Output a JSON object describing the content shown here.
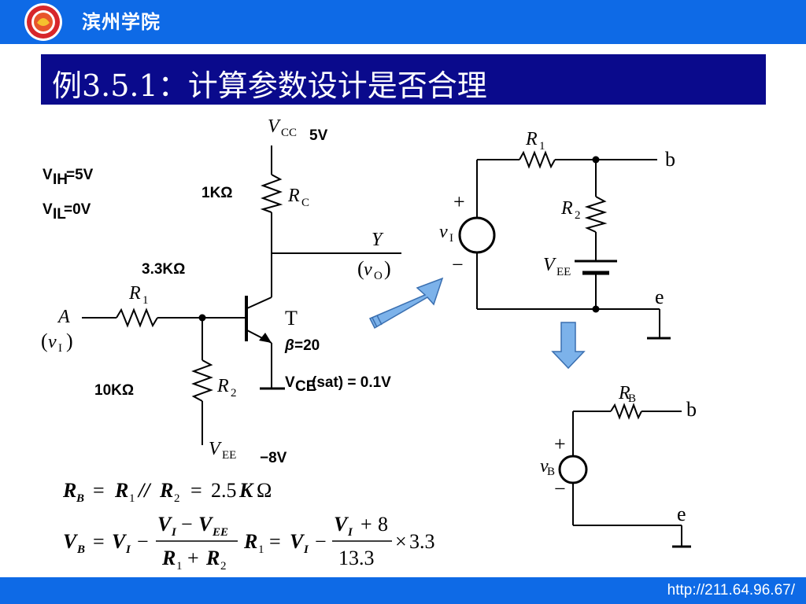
{
  "header": {
    "school_name": "滨州学院",
    "logo_icon": "university-seal-icon"
  },
  "slide": {
    "title": "例3.5.1：计算参数设计是否合理",
    "given": {
      "v_ih": "=5V",
      "v_il": "=0V"
    },
    "circuit": {
      "vcc_value": "5V",
      "rc_value": "1KΩ",
      "r1_value": "3.3KΩ",
      "r2_value": "10KΩ",
      "vee_value": "−8V",
      "beta": "=20",
      "vce_sat": "(sat) = 0.1V",
      "transistor_label": "T",
      "node_a": "A",
      "output_node": "Y"
    },
    "equivalent_circuit": {
      "node_b": "b",
      "node_e": "e"
    },
    "equations": {
      "rb": "R_B = R_1 // R_2 = 2.5KΩ",
      "vb": "V_B = V_I − (V_I − V_EE)/(R_1 + R_2) · R_1 = V_I − (V_I + 8)/13.3 × 3.3"
    }
  },
  "footer": {
    "url": "http://211.64.96.67/"
  },
  "colors": {
    "top_bar": "#0e6ae6",
    "title_box": "#0a0a8c",
    "arrow_fill": "#7cb2ea"
  }
}
